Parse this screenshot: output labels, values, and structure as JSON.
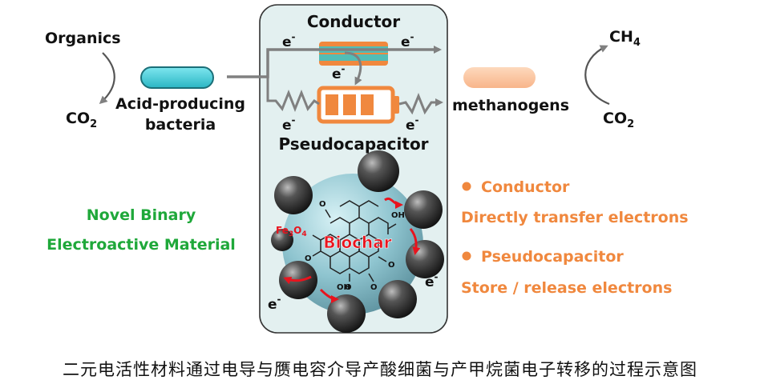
{
  "labels": {
    "conductor_title": "Conductor",
    "pseudocapacitor_title": "Pseudocapacitor",
    "organics": "Organics",
    "co2_left": "CO",
    "co2_left_sub": "2",
    "acid_line1": "Acid-producing",
    "acid_line2": "bacteria",
    "methanogens": "methanogens",
    "ch4": "CH",
    "ch4_sub": "4",
    "co2_right": "CO",
    "co2_right_sub": "2",
    "electron": "e",
    "electron_sup": "-",
    "novel_line1": "Novel Binary",
    "novel_line2": "Electroactive Material",
    "fe3o4_part1": "Fe",
    "fe3o4_sub1": "3",
    "fe3o4_part2": "O",
    "fe3o4_sub2": "4",
    "biochar": "Biochar",
    "oh": "OH",
    "o": "O"
  },
  "legend": {
    "item1_title": "Conductor",
    "item1_desc": "Directly transfer electrons",
    "item2_title": "Pseudocapacitor",
    "item2_desc": "Store / release electrons"
  },
  "caption": "二元电活性材料通过电导与赝电容介导产酸细菌与产甲烷菌电子转移的过程示意图",
  "colors": {
    "orange": "#f0883e",
    "cyan": "#3fc6d4",
    "green": "#1fa83a",
    "red": "#e8141e",
    "panel": "#e3f0f0",
    "arrow_gray": "#808080",
    "peach": "#fbc6a1"
  }
}
